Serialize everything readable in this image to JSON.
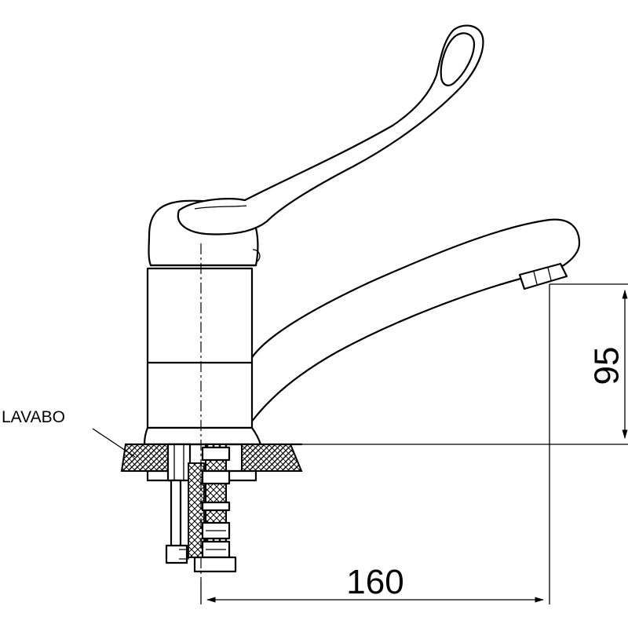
{
  "labels": {
    "basin": "LAVABO",
    "spout_height": "95",
    "spout_reach": "160"
  },
  "colors": {
    "line": "#000000",
    "background": "#ffffff"
  }
}
